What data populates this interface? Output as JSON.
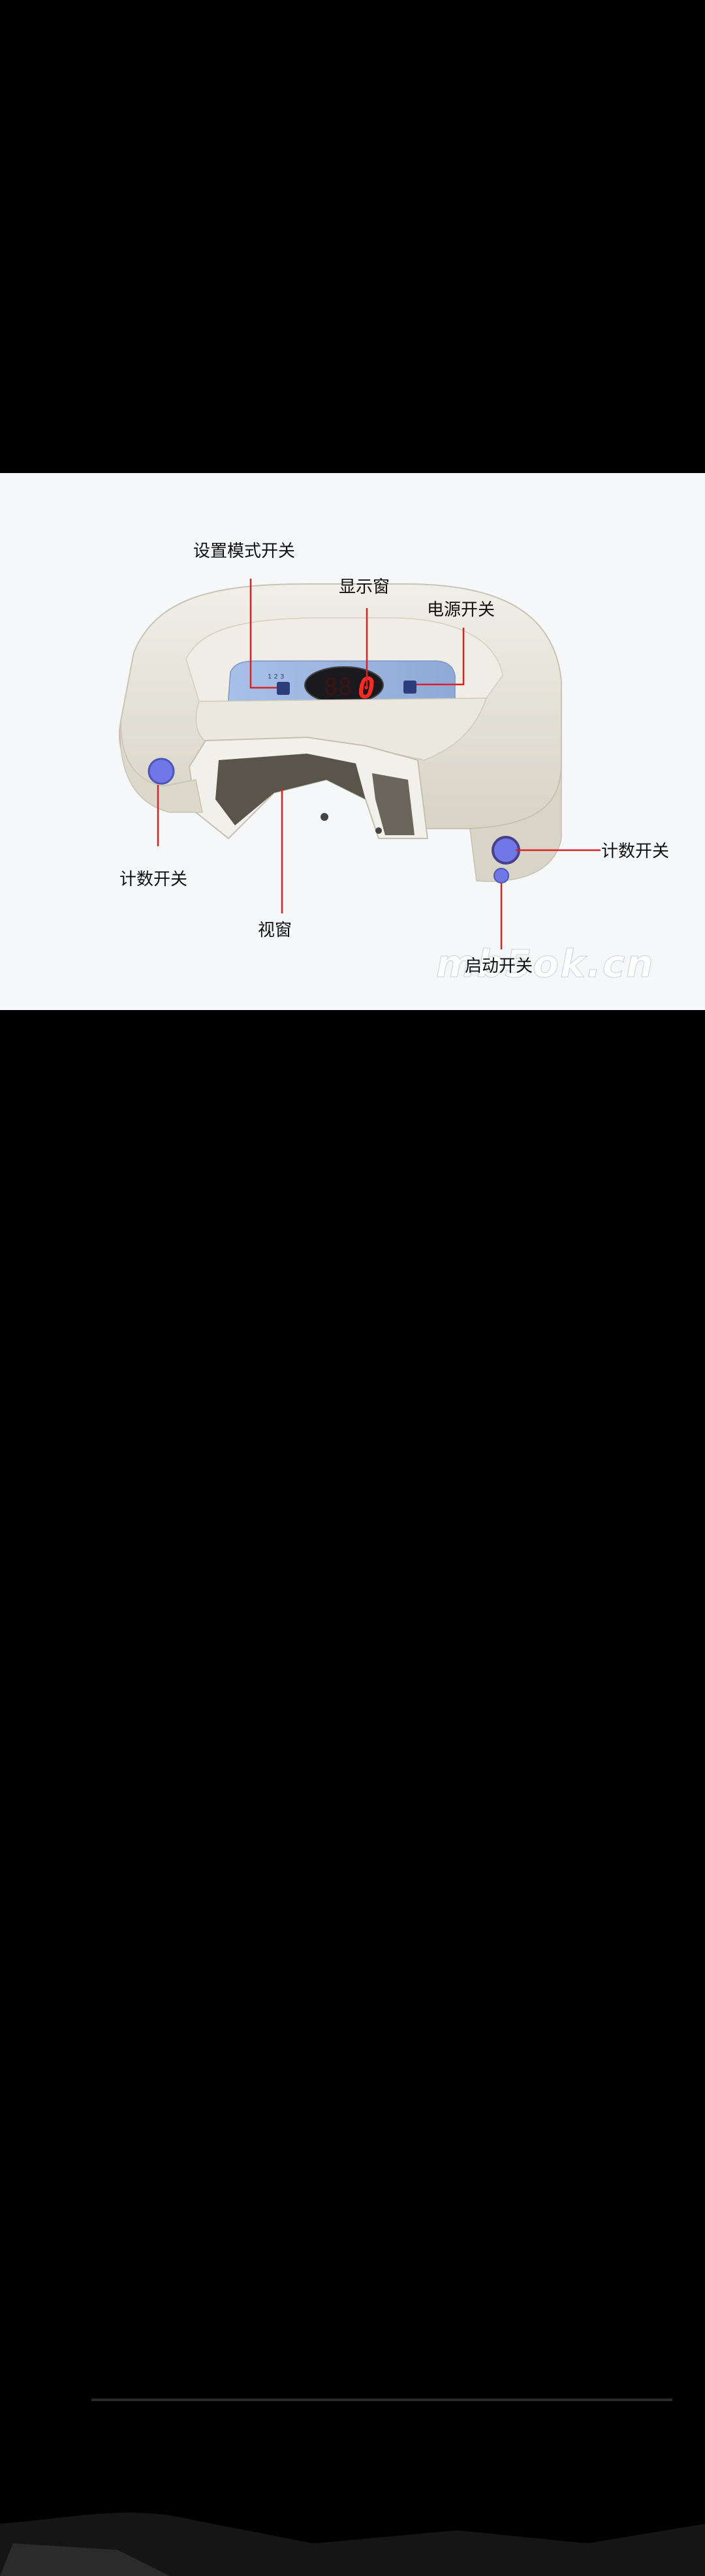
{
  "labels": {
    "mode_switch": "设置模式开关",
    "display_window": "显示窗",
    "power_switch": "电源开关",
    "count_switch_left": "计数开关",
    "count_switch_right": "计数开关",
    "view_window": "视窗",
    "start_switch": "启动开关"
  },
  "display": {
    "digit": "0"
  },
  "watermark": "mb5ok.cn",
  "colors": {
    "leader_line": "#d92323",
    "device_shell": "#e6e3d8",
    "panel_blue": "#9db6e0",
    "button_blue": "#6f78e6",
    "digit_red": "#ff2a22"
  }
}
